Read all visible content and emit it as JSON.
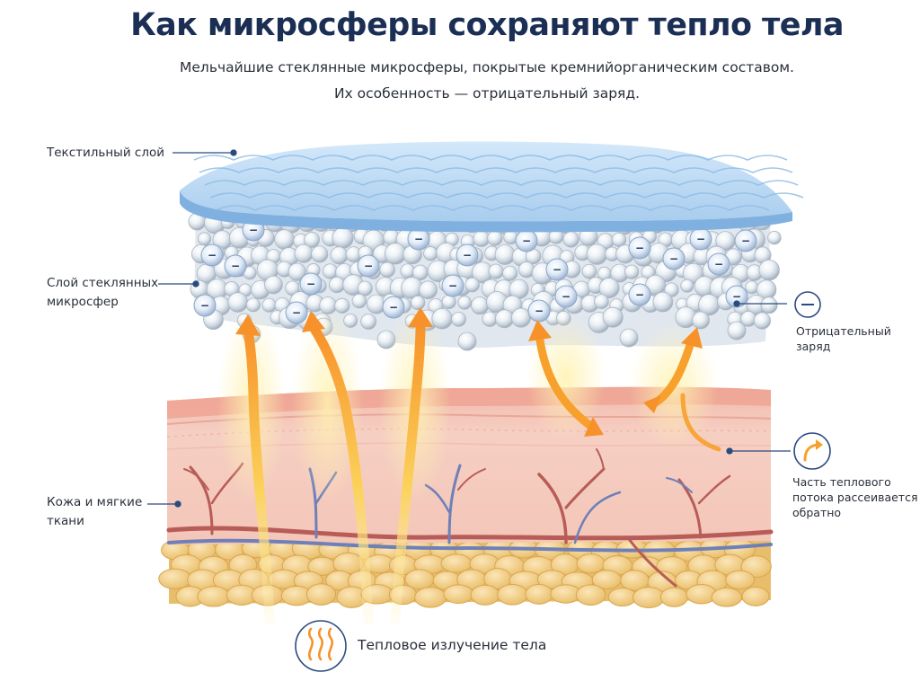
{
  "title": "Как микросферы сохраняют тепло тела",
  "subtitle": [
    "Мельчайшие стеклянные микросферы, покрытые кремнийорганическим составом.",
    "Их особенность — отрицательный заряд."
  ],
  "labels": {
    "textile_layer": "Текстильный слой",
    "microsphere_layer": [
      "Слой стеклянных",
      "микросфер"
    ],
    "skin_tissue": [
      "Кожа и мягкие",
      "ткани"
    ],
    "negative_charge": [
      "Отрицательный",
      "заряд"
    ],
    "heat_scatter": [
      "Часть теплового",
      "потока рассеивается",
      "обратно"
    ],
    "body_radiation": "Тепловое излучение тела"
  },
  "charge_symbol": "−",
  "icons": {
    "charge": "minus-circle-icon",
    "scatter": "curved-arrow-icon",
    "heat": "heat-waves-icon"
  },
  "colors": {
    "title": "#1b2f55",
    "text": "#2a2f3a",
    "leader_line": "#2b4a7e",
    "textile": "#a9cdee",
    "skin": "#f1b9ab",
    "fat": "#efc97a",
    "artery": "#b85c58",
    "vein": "#6f80b8",
    "heat_arrow": "#f7a02b"
  }
}
